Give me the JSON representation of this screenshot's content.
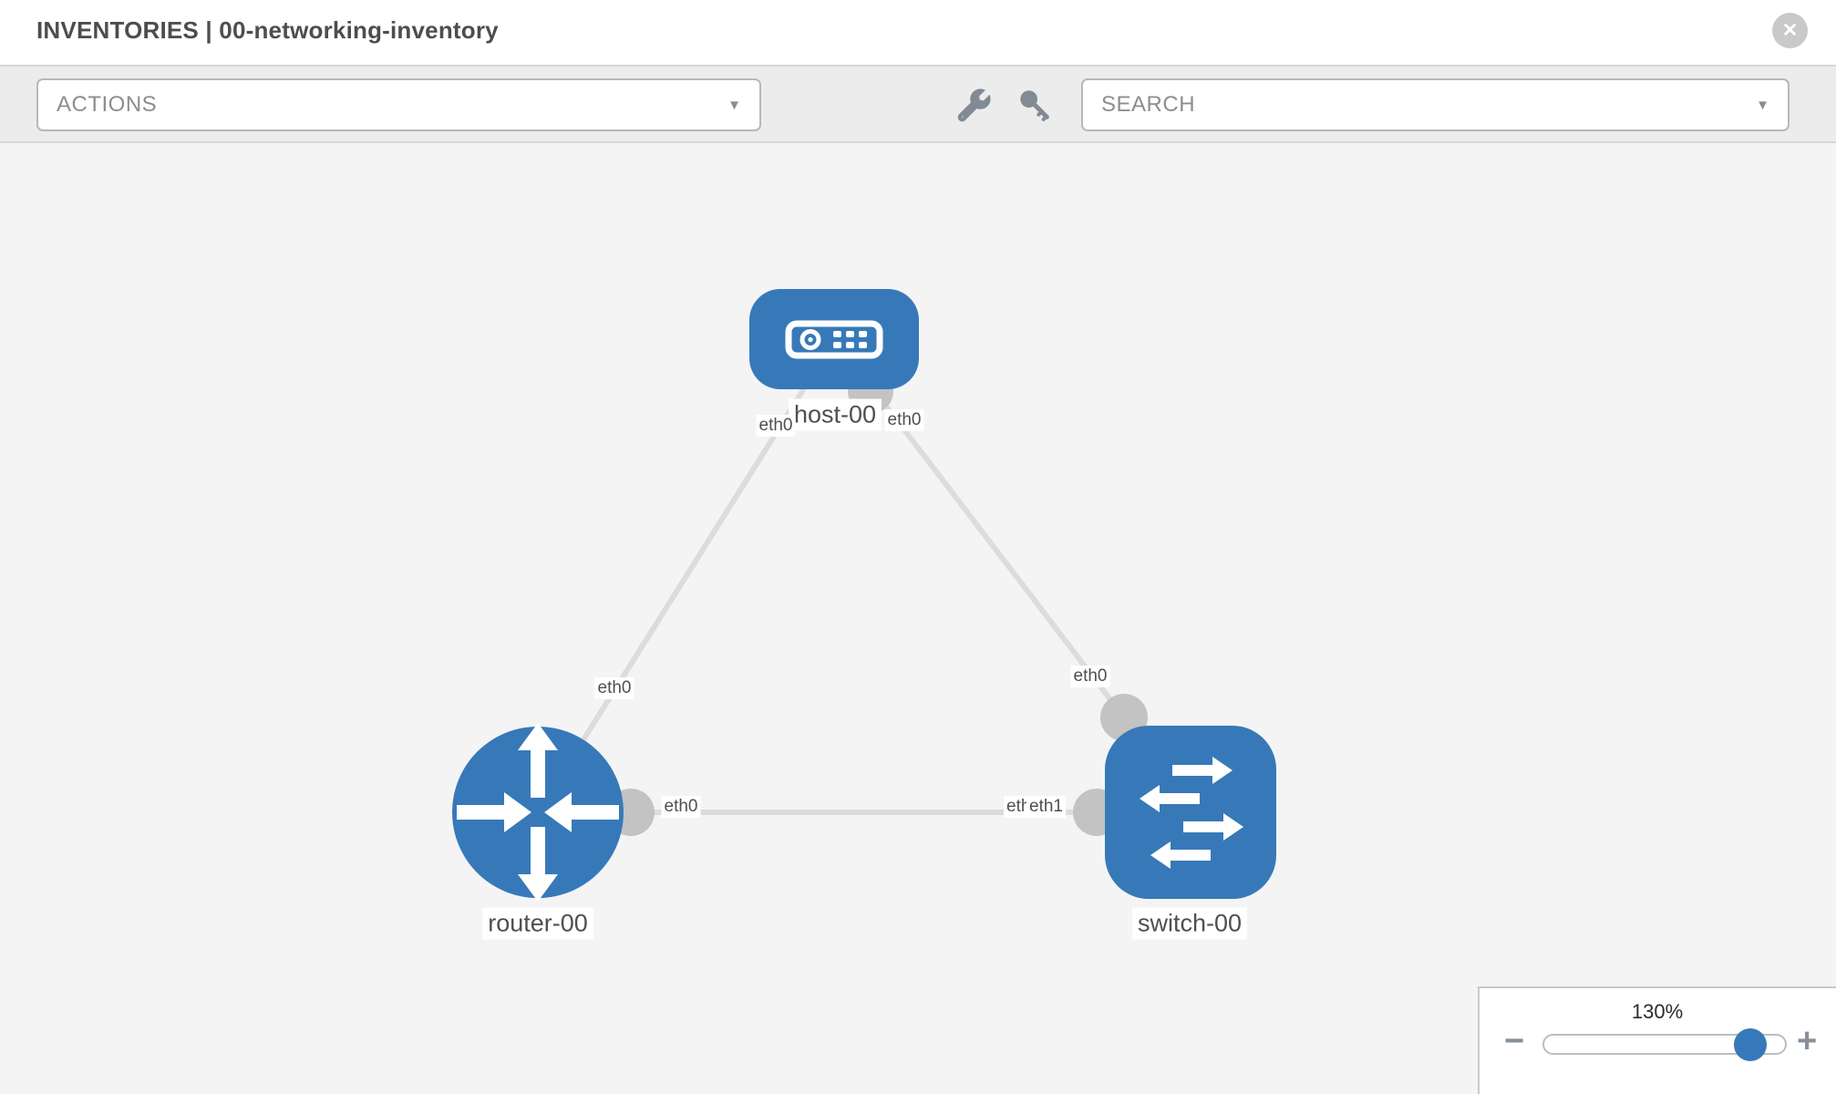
{
  "header": {
    "title": "INVENTORIES | 00-networking-inventory",
    "close_label": "✕"
  },
  "toolbar": {
    "actions_placeholder": "ACTIONS",
    "search_placeholder": "SEARCH",
    "caret": "▼",
    "icons": [
      "wrench-icon",
      "key-icon"
    ]
  },
  "topology": {
    "node_labels": {
      "host": "host-00",
      "router": "router-00",
      "switch": "switch-00"
    },
    "interface_labels": {
      "host_left": "eth0",
      "host_right": "eth0",
      "router_uplink": "eth0",
      "switch_uplink": "eth0",
      "router_lan": "eth0",
      "switch_lan_under": "eth0",
      "switch_lan_over": "eth1"
    },
    "nodes": [
      {
        "id": "host-00",
        "type": "host",
        "icon": "server-icon"
      },
      {
        "id": "router-00",
        "type": "router",
        "icon": "router-arrows-icon"
      },
      {
        "id": "switch-00",
        "type": "switch",
        "icon": "switch-arrows-icon"
      }
    ],
    "links": [
      {
        "from": "router-00",
        "from_interface": "eth0",
        "to": "host-00",
        "to_interface": "eth0"
      },
      {
        "from": "host-00",
        "from_interface": "eth0",
        "to": "switch-00",
        "to_interface": "eth0"
      },
      {
        "from": "router-00",
        "from_interface": "eth0",
        "to": "switch-00",
        "to_interface": "eth1"
      }
    ]
  },
  "zoom_control": {
    "level": "130%",
    "minus": "−",
    "plus": "+"
  },
  "colors": {
    "node_blue": "#3779b8",
    "link_gray": "#dcdcdc",
    "dot_gray": "#c3c3c3",
    "toolbar_gray": "#ececec",
    "canvas_gray": "#f4f4f4"
  }
}
